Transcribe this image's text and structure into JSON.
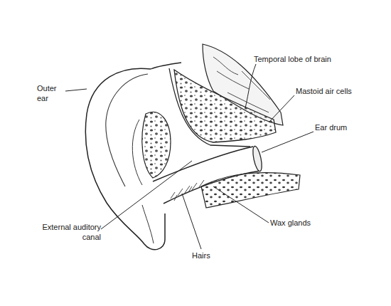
{
  "diagram": {
    "labels": [
      "Temporal lobe of brain",
      "Outer ear",
      "Mastoid air cells",
      "Ear drum",
      "External auditory canal",
      "Wax glands",
      "Hairs"
    ]
  }
}
